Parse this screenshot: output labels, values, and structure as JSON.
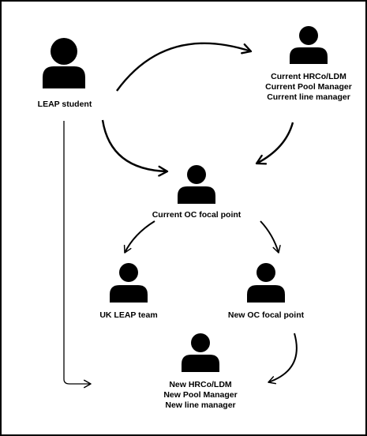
{
  "nodes": {
    "leap_student": {
      "lines": [
        "LEAP student"
      ],
      "icon": "person-icon"
    },
    "current_managers": {
      "lines": [
        "Current HRCo/LDM",
        "Current Pool Manager",
        "Current line manager"
      ],
      "icon": "person-icon"
    },
    "current_oc": {
      "lines": [
        "Current OC focal point"
      ],
      "icon": "person-icon"
    },
    "uk_leap": {
      "lines": [
        "UK LEAP team"
      ],
      "icon": "person-icon"
    },
    "new_oc": {
      "lines": [
        "New OC focal point"
      ],
      "icon": "person-icon"
    },
    "new_managers": {
      "lines": [
        "New HRCo/LDM",
        "New Pool Manager",
        "New line manager"
      ],
      "icon": "person-icon"
    }
  },
  "colors": {
    "ink": "#000000",
    "background": "#ffffff",
    "border": "#000000"
  }
}
